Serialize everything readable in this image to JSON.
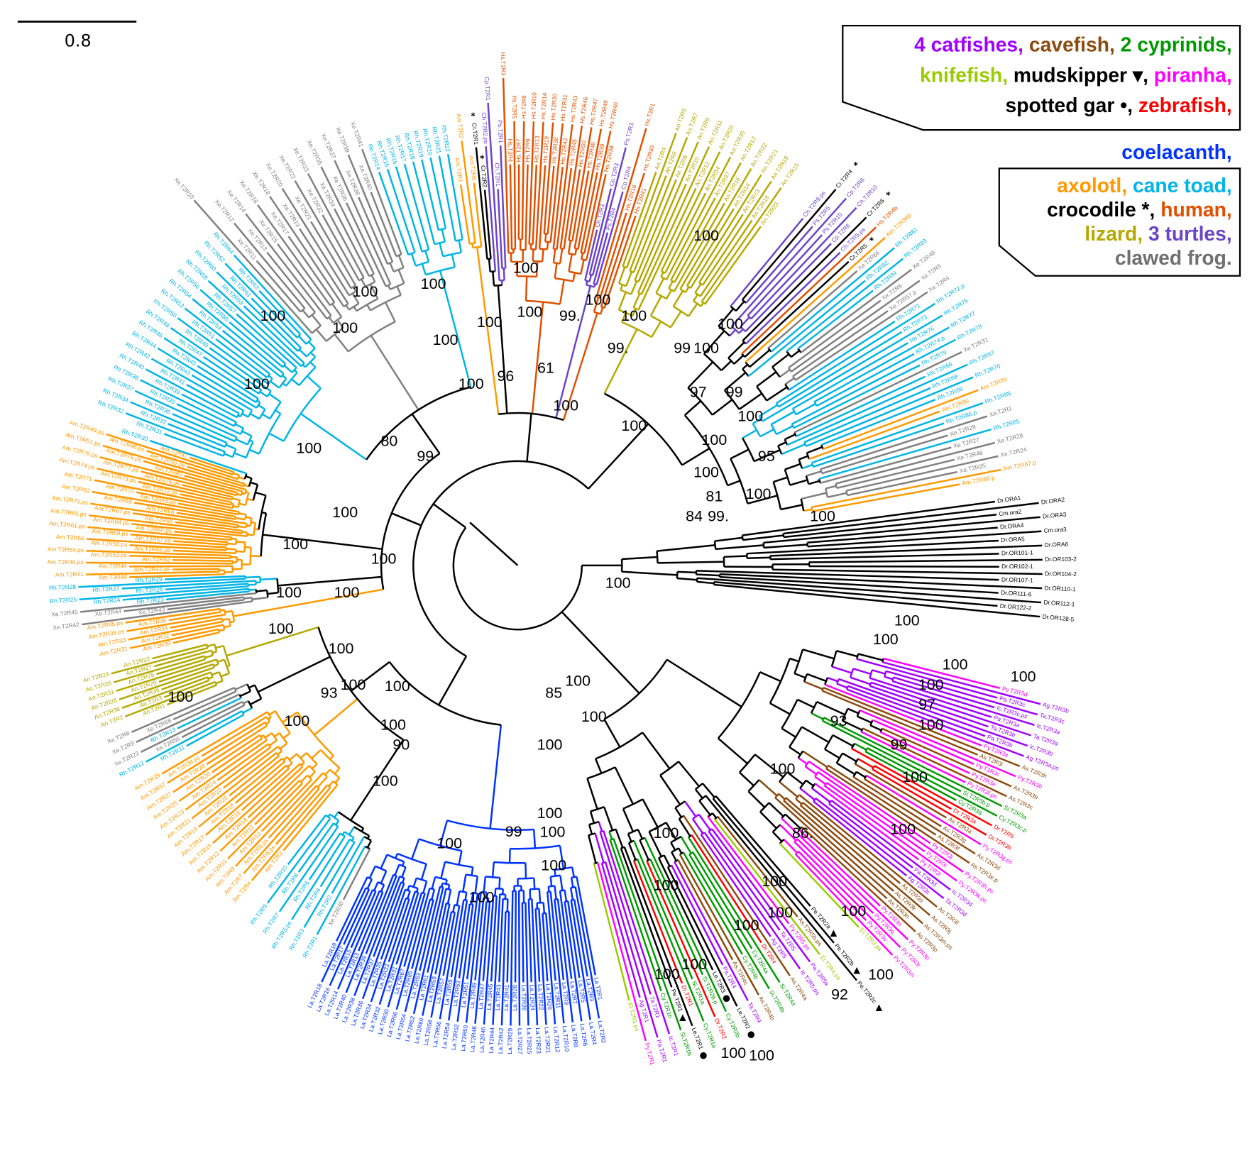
{
  "scale_bar": {
    "label": "0.8"
  },
  "legend": {
    "box1": [
      [
        {
          "text": "4 catfishes, ",
          "color": "#A000FF"
        },
        {
          "text": "cavefish, ",
          "color": "#8B4A0E"
        },
        {
          "text": "2 cyprinids,",
          "color": "#009900"
        }
      ],
      [
        {
          "text": "knifefish, ",
          "color": "#99CC00"
        },
        {
          "text": "mudskipper ▾, ",
          "color": "#000000"
        },
        {
          "text": "piranha,",
          "color": "#FF00FF"
        }
      ],
      [
        {
          "text": "spotted gar •, ",
          "color": "#000000"
        },
        {
          "text": "zebrafish,",
          "color": "#FF0000"
        }
      ]
    ],
    "middle": [
      {
        "text": "coelacanth,",
        "color": "#0033FF"
      }
    ],
    "box2": [
      [
        {
          "text": "axolotl, ",
          "color": "#FF9900"
        },
        {
          "text": "cane toad,",
          "color": "#00B4E6"
        }
      ],
      [
        {
          "text": "crocodile *, ",
          "color": "#000000"
        },
        {
          "text": "human,",
          "color": "#E05000"
        }
      ],
      [
        {
          "text": "lizard, ",
          "color": "#B5A800"
        },
        {
          "text": "3 turtles,",
          "color": "#6B44C8"
        }
      ],
      [
        {
          "text": "clawed frog.",
          "color": "#707070"
        }
      ]
    ]
  },
  "species_colors": {
    "Ag": "#A000FF",
    "Pa": "#A000FF",
    "Ta": "#A000FF",
    "Ic": "#A000FF",
    "As": "#8B4A0E",
    "Si": "#009900",
    "Cy": "#009900",
    "El": "#99CC00",
    "Pe": "#000000",
    "Py": "#FF00FF",
    "Le": "#000000",
    "Dr": "#FF0000",
    "La": "#0033FF",
    "Am": "#FF9900",
    "Rh": "#00B4E6",
    "Cr": "#000000",
    "Hs": "#E05000",
    "An": "#B5A800",
    "Ch": "#6B44C8",
    "Cp": "#6B44C8",
    "Ps": "#6B44C8",
    "Xe": "#808080",
    "Cm": "#000000"
  },
  "markers": {
    "crocodile": "*",
    "spotted_gar": "●",
    "mudskipper": "▲"
  },
  "clades": [
    {
      "name": "outgroup-ora-or",
      "color": "#000000",
      "leaves": [
        "Dr.ORA1",
        "Dr.ORA2",
        "Cm.ora2",
        "Dr.ORA3",
        "Dr.ORA4",
        "Cm.ora3",
        "Dr.ORA5",
        "Dr.ORA6",
        "Dr.OR101-1",
        "Dr.OR103-2",
        "Dr.OR102-1",
        "Dr.OR104-2",
        "Dr.OR107-1",
        "Dr.OR110-1",
        "Dr.OR111-6",
        "Dr.OR112-1",
        "Dr.OR122-2",
        "Dr.OR128-5"
      ]
    },
    {
      "name": "fish-t2r3",
      "leaves": [
        "Py.T2R3d",
        "Ag.T2R3b",
        "Pa.T2R3c",
        "Ta.T2R3c",
        "Ic.T2R3c.ps",
        "Ic.T2R3a",
        "Pa.T2R3a",
        "Ta.T2R3a",
        "Ta.T2R3b",
        "Ic.T2R3b",
        "Pa.T2R3b",
        "Ag.T2R3a.ps",
        "Py.T2R3a",
        "As.T2R3h",
        "As.T2R3i",
        "Py.T2R3b",
        "Py.T2R3c",
        "As.T2R3b",
        "Py.T2R3e",
        "As.T2R3c",
        "Py.T2R3f.ps",
        "Si.T2R3a",
        "Si.T2R3b.p",
        "Cy.T2R3c.p",
        "Cy.T2R3a",
        "Dr.T2R6",
        "Dr.T2R3a",
        "Dr.T2R3b",
        "As.T2R3a",
        "Py.T2R3g.ps",
        "As.T2R3g",
        "As.T2R3d",
        "As.T2R3f",
        "As.T2R3e.p",
        "Py.T2R3j",
        "Py.T2R3h.ps",
        "Py.T2R3i",
        "Py.T2R3k.ps",
        "Py.T2R3l",
        "Ic.T2R3d",
        "Pa.T2R3d",
        "Ta.T2R3d",
        "Ag.T2R3c",
        "As.T2R3l",
        "As.T2R3o",
        "As.T2R3j",
        "As.T2R3k",
        "As.T2R3m.ps",
        "As.T2R3n",
        "As.T2R3p",
        "Py.T2R3o",
        "Py.T2R3p",
        "Py.T2R3q",
        "Py.T2R3r",
        "Py.T2R3s",
        "Py.T2R3m",
        "El.T2R3.ps"
      ]
    },
    {
      "name": "fish-t2r1-2-4-5",
      "leaves": [
        "Pe.T2R2a",
        "Pe.T2R2b",
        "Pe.T2R2c",
        "As.T2R5b.ps",
        "El.T2R4.ps",
        "Py.T2R5.ps",
        "Pa.T2R5a",
        "Ta.T2R5",
        "Ic.T2R5.ps",
        "Ag.T2R5",
        "As.T2R4a",
        "Dr.T2R4",
        "Si.T2R4a",
        "Cy.T2R4a",
        "Si.T2R4b",
        "Cy.T2R4b",
        "As.T2R4b",
        "As.T2R4c",
        "Ta.T2R4",
        "Pa.T2R4",
        "Le.T2R2",
        "Le.T2R3",
        "Cy.T2R2b",
        "Si.T2R2b.p",
        "Dr.T2R2",
        "Si.T2R1a",
        "Cy.T2R1a",
        "Dr.T2R1",
        "Le.T2R1",
        "Pe.T2R1",
        "Si.T2R1b",
        "Cy.T2R1b",
        "Ic.T2R1",
        "Ta.T2R1",
        "Pa.T2R1",
        "Ag.T2R1",
        "Py.T2R1",
        "El.T2R1.ps"
      ]
    },
    {
      "name": "coelacanth",
      "leaves": [
        "La.T2R1",
        "La.T2R2",
        "La.T2R3",
        "La.T2R4",
        "La.T2R5",
        "La.T2R6",
        "La.T2R7",
        "La.T2R8",
        "La.T2R9",
        "La.T2R10",
        "La.T2R11",
        "La.T2R12",
        "La.T2R20",
        "La.T2R21",
        "La.T2R22",
        "La.T2R23",
        "La.T2R24",
        "La.T2R25",
        "La.T2R26",
        "La.T2R27",
        "La.T2R28",
        "La.T2R29",
        "La.T2R41",
        "La.T2R42",
        "La.T2R43",
        "La.T2R44",
        "La.T2R45",
        "La.T2R46",
        "La.T2R47",
        "La.T2R48",
        "La.T2R49",
        "La.T2R50",
        "La.T2R51",
        "La.T2R52",
        "La.T2R53",
        "La.T2R54",
        "La.T2R55",
        "La.T2R56",
        "La.T2R57",
        "La.T2R58",
        "La.T2R59",
        "La.T2R60",
        "La.T2R61",
        "La.T2R62",
        "La.T2R63",
        "La.T2R64",
        "La.T2R65",
        "La.T2R66",
        "La.T2R67",
        "La.T2R30",
        "La.T2R31",
        "La.T2R32",
        "La.T2R33",
        "La.T2R34",
        "La.T2R35",
        "La.T2R36",
        "La.T2R37",
        "La.T2R38",
        "La.T2R39",
        "La.T2R40",
        "La.T2R13",
        "La.T2R14",
        "La.T2R15",
        "La.T2R16",
        "La.T2R17",
        "La.T2R18",
        "La.T2R19"
      ]
    },
    {
      "name": "frog-toad-small",
      "leaves": [
        "Xe.T2R30",
        "Rh.T2R1",
        "Rh.T2R2",
        "Rh.T2R3",
        "Rh.T2R4",
        "Rh.T2R5.ps",
        "Rh.T2R6",
        "Rh.T2R7",
        "Rh.T2R8",
        "Rh.T2R9",
        "Rh.T2R10"
      ]
    },
    {
      "name": "axolotl-lower",
      "leaves": [
        "Am.T2R3",
        "Am.T2R4",
        "Am.T2R6.ps",
        "Am.T2R7",
        "Am.T2R8.ps",
        "Am.T2R9",
        "Am.T2R10",
        "Am.T2R11",
        "Am.T2R12",
        "Am.T2R13",
        "Am.T2R14",
        "Am.T2R15",
        "Am.T2R16",
        "Am.T2R17",
        "Am.T2R18",
        "Am.T2R19",
        "Am.T2R20",
        "Am.T2R21",
        "Am.T2R22",
        "Am.T2R23",
        "Am.T2R24",
        "Am.T2R25",
        "Am.T2R26",
        "Am.T2R27",
        "Am.T2R28",
        "Am.T2R37",
        "Am.T2R38.ps",
        "Am.T2R39"
      ]
    },
    {
      "name": "frog-toad-mid",
      "leaves": [
        "Rh.T2R11",
        "Rh.T2R12",
        "Xe.T2R56",
        "Xe.T2R23",
        "Rh.T2R13",
        "Xe.T2R9",
        "Xe.T2R68",
        "Xe.T2R8"
      ]
    },
    {
      "name": "lizard-left",
      "leaves": [
        "An.T2R1",
        "An.T2R2",
        "An.T2R3",
        "An.T2R38",
        "An.T2R39",
        "An.T2R28",
        "An.T2R29",
        "An.T2R31",
        "An.T2R25",
        "An.T2R26",
        "An.T2R27",
        "An.T2R24",
        "An.T2R32"
      ]
    },
    {
      "name": "axolotl-small",
      "leaves": [
        "Am.T2R30",
        "Am.T2R31",
        "Am.T2R32",
        "Am.T2R33",
        "Am.T2R34",
        "Am.T2R35.ps",
        "Am.T2R36",
        "Am.T2R45.ps"
      ]
    },
    {
      "name": "frog-toad-left",
      "leaves": [
        "Xe.T2R42",
        "Xe.T2R43",
        "Xe.T2R44",
        "Xe.T2R45",
        "Rh.T2R23",
        "Rh.T2R24",
        "Rh.T2R25",
        "Rh.T2R26",
        "Rh.T2R27",
        "Rh.T2R28",
        "Rh.T2R29"
      ]
    },
    {
      "name": "axolotl-left",
      "leaves": [
        "Am.T2R40",
        "Am.T2R41",
        "Am.T2R42.ps",
        "Am.T2R44",
        "Am.T2R46.ps",
        "Am.T2R52",
        "Am.T2R53.ps",
        "Am.T2R54.ps",
        "Am.T2R55.ps",
        "Am.T2R58.ps",
        "Am.T2R56",
        "Am.T2R57.ps",
        "Am.T2R59.ps",
        "Am.T2R61.ps",
        "Am.T2R60.ps",
        "Am.T2R64.ps",
        "Am.T2R65.ps",
        "Am.T2R66",
        "Am.T2R67.ps",
        "Am.T2R75.ps",
        "Am.T2R68",
        "Am.T2R69",
        "Am.T2R62",
        "Am.T2R63.ps",
        "Am.T2R70",
        "Am.T2R71",
        "Am.T2R72.ps",
        "Am.T2R73.ps",
        "Am.T2R74.ps",
        "Am.T2R76.ps",
        "Am.T2R77.ps",
        "Am.T2R78.ps",
        "Am.T2R80",
        "Am.T2R79.ps",
        "Am.T2R51.ps",
        "Am.T2R50.ps",
        "Am.T2R48.ps",
        "Am.T2R49.ps",
        "Am.T2R47",
        "Rh.T2R30"
      ]
    },
    {
      "name": "cane-toad-left",
      "leaves": [
        "Rh.T2R31",
        "Rh.T2R32",
        "Rh.T2R33",
        "Rh.T2R34",
        "Rh.T2R36",
        "Rh.T2R37",
        "Rh.T2R35",
        "Rh.T2R38",
        "Rh.T2R39",
        "Rh.T2R40",
        "Rh.T2R41",
        "Rh.T2R42",
        "Rh.T2R43",
        "Rh.T2R44",
        "Rh.T2R45",
        "Rh.T2R46",
        "Rh.T2R47",
        "Rh.T2R48",
        "Rh.T2R49",
        "Rh.T2R50",
        "Rh.T2R51",
        "Rh.T2R52",
        "Rh.T2R53",
        "Rh.T2R54",
        "Rh.T2R55",
        "Rh.T2R56",
        "Rh.T2R57",
        "Rh.T2R58",
        "Rh.T2R59",
        "Rh.T2R60",
        "Rh.T2R61",
        "Rh.T2R62",
        "Rh.T2R63",
        "Rh.T2R64"
      ]
    },
    {
      "name": "clawed-frog-top",
      "leaves": [
        "Xe.T2R10",
        "Xe.T2R11",
        "Xe.T2R12",
        "Xe.T2R13",
        "Xe.T2R14",
        "Xe.T2R15",
        "Xe.T2R16",
        "Xe.T2R17",
        "Xe.T2R18",
        "Xe.T2R19",
        "Xe.T2R20",
        "Xe.T2R21",
        "Xe.T2R22",
        "Xe.T2R32",
        "Xe.T2R33",
        "Xe.T2R34",
        "Xe.T2R35",
        "Xe.T2R36",
        "Xe.T2R37",
        "Xe.T2R38",
        "Xe.T2R39",
        "Xe.T2R40",
        "Xe.T2R41"
      ]
    },
    {
      "name": "cane-toad-top",
      "leaves": [
        "Rh.T2R14",
        "Rh.T2R15",
        "Rh.T2R16",
        "Rh.T2R17",
        "Rh.T2R18",
        "Rh.T2R19",
        "Rh.T2R20",
        "Rh.T2R21",
        "Rh.T2R22"
      ]
    },
    {
      "name": "axolotl-top",
      "leaves": [
        "Am.T2R1",
        "Am.T2R2",
        "Am.T2R5"
      ]
    },
    {
      "name": "crocodile-turtle-top",
      "leaves": [
        "Cr.T2R1",
        "Cr.T2R2",
        "Ch.T2R2.ps",
        "Cp.T2R1",
        "Ch.T2R1",
        "Ps.T2R1"
      ]
    },
    {
      "name": "human-top",
      "leaves": [
        "Hs.T2R3",
        "Hs.T2R4",
        "Hs.T2R5",
        "Hs.T2R7",
        "Hs.T2R8",
        "Hs.T2R9",
        "Hs.T2R10",
        "Hs.T2R13",
        "Hs.T2R14",
        "Hs.T2R19",
        "Hs.T2R20",
        "Hs.T2R30",
        "Hs.T2R31",
        "Hs.T2R42",
        "Hs.T2R43",
        "Hs.T2R45",
        "Hs.T2R46",
        "Hs.T2R50",
        "Hs.T2R47",
        "Hs.T2R48",
        "Hs.T2R49",
        "Hs.T2R39",
        "Hs.T2R40",
        "Hs.T2R38"
      ]
    },
    {
      "name": "turtle-top",
      "leaves": [
        "Ch.T2R3",
        "Cp.T2R3",
        "Ps.T2R3",
        "Ps.T2R4",
        "Cp.T2R4"
      ]
    },
    {
      "name": "human-top-2",
      "leaves": [
        "Hs.T2R1",
        "Hs.T2R16",
        "Hs.T2R60",
        "Hs.T2R41"
      ]
    },
    {
      "name": "lizard-top",
      "leaves": [
        "An.T2R4",
        "An.T2R5",
        "An.T2R6",
        "An.T2R7",
        "An.T2R8",
        "An.T2R9",
        "An.T2R10",
        "An.T2R11",
        "An.T2R12",
        "An.T2R20",
        "An.T2R34",
        "An.T2R35",
        "An.T2R37",
        "An.T2R17",
        "An.T2R16",
        "An.T2R22",
        "An.T2R14",
        "An.T2R21",
        "An.T2R13",
        "An.T2R19",
        "An.T2R18",
        "An.T2R15",
        "An.T2R23"
      ]
    },
    {
      "name": "mixed-upper-right",
      "leaves": [
        "Ch.T2R9.ps",
        "Cr.T2R4",
        "Ps.T2R5",
        "Cp.T2R6",
        "Ps.T2R10",
        "Ch.T2R10",
        "Cp.T2R8",
        "Cr.T2R6",
        "Ch.T2R5.ps",
        "Hs.T2R4b",
        "Cr.T2R5",
        "Am.T2R36b",
        "Xe.T2R66",
        "Rh.T2R81",
        "Rh.T2R82",
        "Rh.T2R83",
        "Rh.T2R84",
        "Xe.T2R48",
        "Xe.T2R6",
        "Xe.T2R5",
        "Xe.T2R57.p",
        "Xe.T2R4",
        "Rh.T2R71",
        "Rh.T2R72.p",
        "Rh.T2R73",
        "Rh.T2R75",
        "Rh.T2R76",
        "Rh.T2R77",
        "Rh.T2R74.p",
        "Rh.T2R78",
        "Rh.T2R79",
        "Xe.T2R31",
        "Rh.T2R66",
        "Rh.T2R67",
        "Rh.T2R68",
        "Rh.T2R70",
        "Rh.T2R69",
        "Am.T2R89",
        "Am.T2R90",
        "Rh.T2R85",
        "Rh.T2R86.p",
        "Xe.T2R1",
        "Xe.T2R29",
        "Rh.T2R65",
        "Xe.T2R27",
        "Xe.T2R28",
        "Xe.T2R46",
        "Xe.T2R24",
        "Xe.T2R25",
        "Am.T2R87.p",
        "Am.T2R88.p"
      ]
    }
  ],
  "support_values": [
    "100",
    "100",
    "100",
    "80",
    "99",
    "100",
    "100",
    "100",
    "96",
    "61",
    "100",
    "100",
    "100",
    "100",
    "100",
    "100",
    "100",
    "100",
    "100",
    "100",
    "100",
    "100",
    "93",
    "100",
    "100",
    "100",
    "100",
    "90",
    "100",
    "100",
    "100",
    "85",
    "100",
    "100",
    "100",
    "100",
    "99",
    "100",
    "100",
    "100",
    "100",
    "100",
    "100",
    "100",
    "100",
    "100",
    "100",
    "100",
    "93",
    "86.",
    "100",
    "100",
    "100",
    "100",
    "92",
    "100",
    "100",
    "100",
    "100",
    "97",
    "99",
    "100",
    "100",
    "100",
    "100",
    "84",
    "100",
    "81",
    "100",
    "100",
    "100",
    "95",
    "99",
    "97",
    "99",
    "100",
    "100",
    "100",
    "100",
    "99.",
    "99.",
    "100",
    "100",
    "100",
    "100",
    "99.",
    "100"
  ]
}
